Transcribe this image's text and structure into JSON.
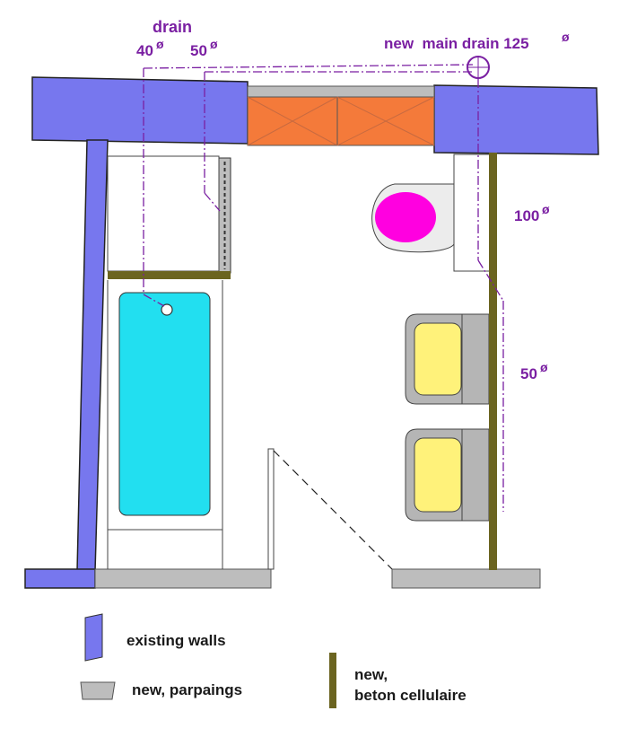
{
  "colors": {
    "existing_wall": "#7777ee",
    "parpaing": "#bdbdbd",
    "beton_cellulaire": "#6b6420",
    "drain_line": "#7a1fa2",
    "cabinet": "#f47a3a",
    "bathtub": "#22dff0",
    "toilet_bowl": "#ff00e0",
    "basin": "#fff27a",
    "basin_frame": "#b5b5b5"
  },
  "labels": {
    "drain": "drain",
    "drain_40": "40",
    "drain_50_top": "50",
    "main_drain": "new  main drain 125",
    "drain_100": "100",
    "drain_50_right": "50"
  },
  "legend": {
    "existing": "existing walls",
    "parpaings": "new, parpaings",
    "beton_line1": "new,",
    "beton_line2": "beton cellulaire"
  }
}
